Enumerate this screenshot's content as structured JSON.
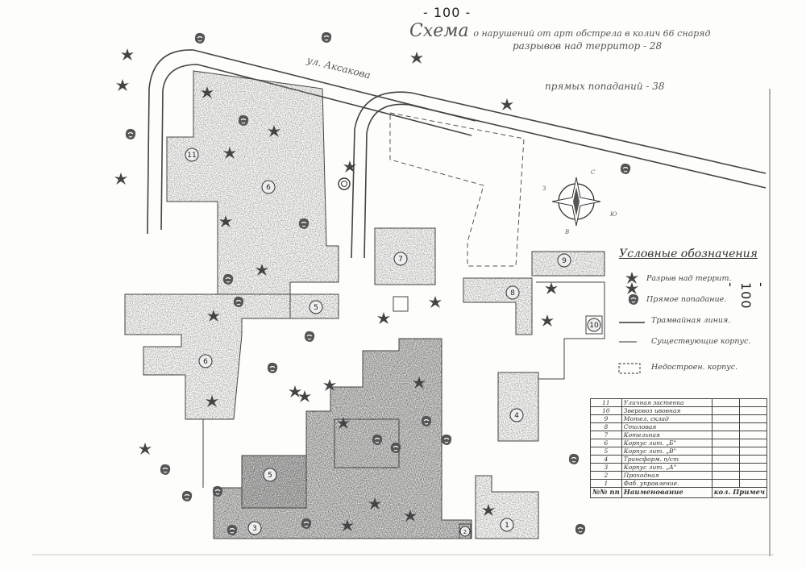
{
  "page_number_top": "- 100 -",
  "page_number_side": "- 100 -",
  "title": {
    "word": "Схема",
    "rest": "о нарушений от арт обстрела в колич 66 снаряд",
    "line1": "разрывов над территор - 28",
    "line2": "прямых попаданий - 38"
  },
  "street_label": "ул. Аксакова",
  "compass": {
    "n": "С",
    "s": "Ю",
    "e": "З",
    "w": "В"
  },
  "legend": {
    "title": "Условные обозначения",
    "items": [
      {
        "icon": "explosion-icon",
        "label": "Разрыв над террит."
      },
      {
        "icon": "direct-hit-icon",
        "label": "Прямое попадание."
      },
      {
        "icon": "tram-line-icon",
        "label": "Трамвайная линия."
      },
      {
        "icon": "existing-building-icon",
        "label": "Существующие корпус."
      },
      {
        "icon": "unfinished-building-icon",
        "label": "Недостроен. корпус."
      }
    ]
  },
  "table": {
    "rows": [
      {
        "n": "11",
        "name": "Уличная застенка",
        "col": ""
      },
      {
        "n": "10",
        "name": "Зверовоз ивовная",
        "col": ""
      },
      {
        "n": "9",
        "name": "Мотел. склад",
        "col": ""
      },
      {
        "n": "8",
        "name": "Столовая",
        "col": ""
      },
      {
        "n": "7",
        "name": "Котельная",
        "col": ""
      },
      {
        "n": "6",
        "name": "Корпус лит. „Б\"",
        "col": ""
      },
      {
        "n": "5",
        "name": "Корпус лит. „В\"",
        "col": ""
      },
      {
        "n": "4",
        "name": "Трансформ. п/ст",
        "col": ""
      },
      {
        "n": "3",
        "name": "Корпус лит. „А\"",
        "col": ""
      },
      {
        "n": "2",
        "name": "Проходная",
        "col": ""
      },
      {
        "n": "1",
        "name": "Фаб. управление.",
        "col": ""
      }
    ],
    "header": {
      "n": "№№ пп",
      "name": "Наименование",
      "col": "кол. Примеч"
    }
  },
  "building_numbers": {
    "b1": "1",
    "b2": "2",
    "b3": "3",
    "b4": "4",
    "b5a": "5",
    "b5b": "5",
    "b6a": "6",
    "b6b": "6",
    "b7": "7",
    "b8": "8",
    "b9": "9",
    "b10": "10",
    "b11": "11"
  },
  "colors": {
    "ink": "#333333",
    "stipple": "#8a8a8a",
    "paper": "#fdfdfb"
  }
}
